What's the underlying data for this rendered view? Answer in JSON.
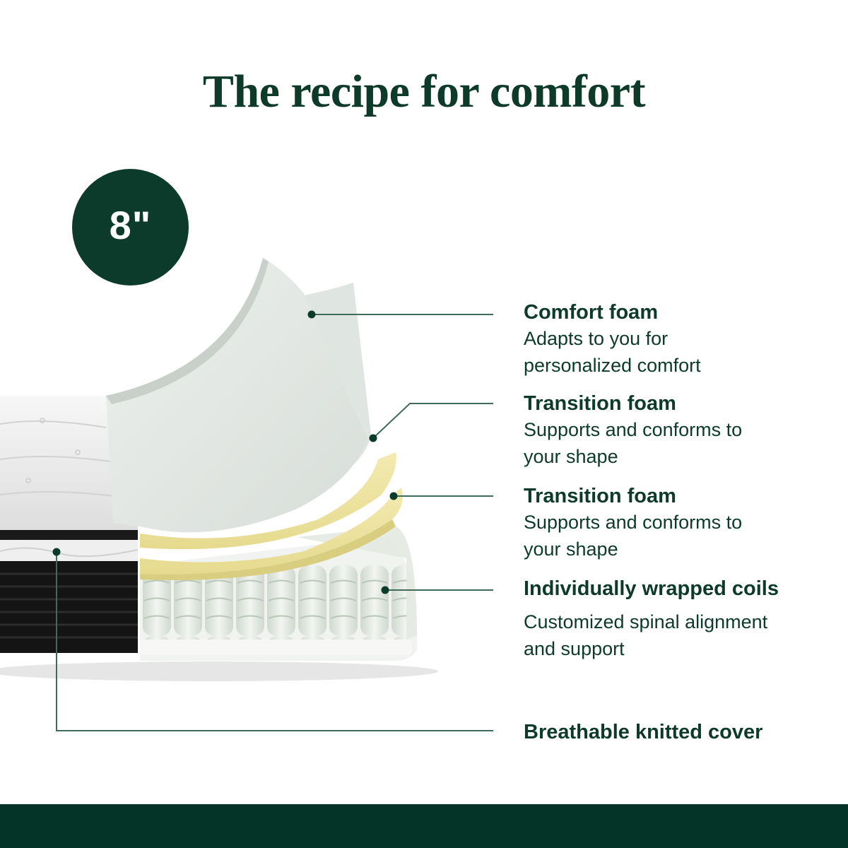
{
  "header": {
    "title": "The recipe for comfort"
  },
  "badge": {
    "text": "8\""
  },
  "layers": [
    {
      "title": "Comfort foam",
      "description_lines": [
        "Adapts to you for",
        "personalized comfort"
      ]
    },
    {
      "title": "Transition foam",
      "description_lines": [
        "Supports and conforms to",
        "your shape"
      ]
    },
    {
      "title": "Transition foam",
      "description_lines": [
        "Supports and conforms to",
        "your shape"
      ]
    },
    {
      "title": "Individually wrapped coils",
      "description_lines": [
        "Customized spinal alignment",
        "and support"
      ]
    },
    {
      "title": "Breathable knitted cover",
      "description_lines": []
    }
  ],
  "colors": {
    "brand_green": "#0d3b2b",
    "footer_green": "#033427",
    "leader_line": "#3f6a5c",
    "foam_yellow": "#efe6a6",
    "comfort_foam": "#e3e8e4"
  }
}
